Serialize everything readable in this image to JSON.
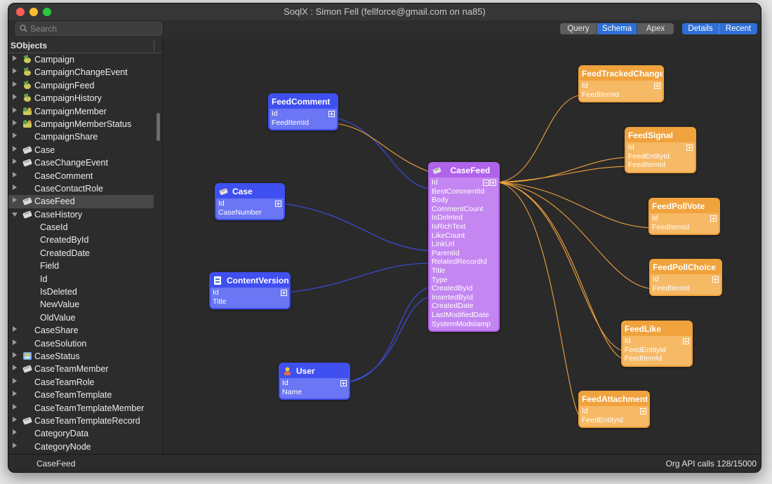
{
  "window": {
    "title": "SoqlX : Simon Fell (fellforce@gmail.com on na85)"
  },
  "search": {
    "placeholder": "Search"
  },
  "view_tabs": [
    "Query",
    "Schema",
    "Apex"
  ],
  "active_view_tab": "Schema",
  "right_tabs": [
    "Details",
    "Recent"
  ],
  "sidebar": {
    "header": "SObjects",
    "items": [
      {
        "label": "Campaign",
        "icon": "campaign-icon"
      },
      {
        "label": "CampaignChangeEvent",
        "icon": "campaign-icon"
      },
      {
        "label": "CampaignFeed",
        "icon": "campaign-icon"
      },
      {
        "label": "CampaignHistory",
        "icon": "campaign-icon"
      },
      {
        "label": "CampaignMember",
        "icon": "campaign-member-icon"
      },
      {
        "label": "CampaignMemberStatus",
        "icon": "campaign-member-icon"
      },
      {
        "label": "CampaignShare",
        "icon": ""
      },
      {
        "label": "Case",
        "icon": "case-icon"
      },
      {
        "label": "CaseChangeEvent",
        "icon": "case-icon"
      },
      {
        "label": "CaseComment",
        "icon": ""
      },
      {
        "label": "CaseContactRole",
        "icon": ""
      },
      {
        "label": "CaseFeed",
        "icon": "case-icon",
        "selected": true
      },
      {
        "label": "CaseHistory",
        "icon": "case-icon",
        "expanded": true
      },
      {
        "label": "CaseId",
        "child": true
      },
      {
        "label": "CreatedById",
        "child": true
      },
      {
        "label": "CreatedDate",
        "child": true
      },
      {
        "label": "Field",
        "child": true
      },
      {
        "label": "Id",
        "child": true
      },
      {
        "label": "IsDeleted",
        "child": true
      },
      {
        "label": "NewValue",
        "child": true
      },
      {
        "label": "OldValue",
        "child": true
      },
      {
        "label": "CaseShare",
        "icon": ""
      },
      {
        "label": "CaseSolution",
        "icon": ""
      },
      {
        "label": "CaseStatus",
        "icon": "case-status-icon"
      },
      {
        "label": "CaseTeamMember",
        "icon": "case-icon"
      },
      {
        "label": "CaseTeamRole",
        "icon": ""
      },
      {
        "label": "CaseTeamTemplate",
        "icon": ""
      },
      {
        "label": "CaseTeamTemplateMember",
        "icon": ""
      },
      {
        "label": "CaseTeamTemplateRecord",
        "icon": "case-icon"
      },
      {
        "label": "CategoryData",
        "icon": ""
      },
      {
        "label": "CategoryNode",
        "icon": ""
      }
    ]
  },
  "entities": {
    "feedcomment": {
      "title": "FeedComment",
      "fields": [
        "Id",
        "FeedItemId"
      ]
    },
    "case": {
      "title": "Case",
      "fields": [
        "Id",
        "CaseNumber"
      ]
    },
    "contentversion": {
      "title": "ContentVersion",
      "fields": [
        "Id",
        "Title"
      ]
    },
    "user": {
      "title": "User",
      "fields": [
        "Id",
        "Name"
      ]
    },
    "casefeed": {
      "title": "CaseFeed",
      "fields": [
        "Id",
        "BestCommentId",
        "Body",
        "CommentCount",
        "IsDeleted",
        "IsRichText",
        "LikeCount",
        "LinkUrl",
        "ParentId",
        "RelatedRecordId",
        "Title",
        "Type",
        "CreatedById",
        "InsertedById",
        "CreatedDate",
        "LastModifiedDate",
        "SystemModstamp"
      ]
    },
    "feedtrackedchange": {
      "title": "FeedTrackedChange",
      "fields": [
        "Id",
        "FeedItemId"
      ]
    },
    "feedsignal": {
      "title": "FeedSignal",
      "fields": [
        "Id",
        "FeedEntityId",
        "FeedItemId"
      ]
    },
    "feedpollvote": {
      "title": "FeedPollVote",
      "fields": [
        "Id",
        "FeedItemId"
      ]
    },
    "feedpollchoice": {
      "title": "FeedPollChoice",
      "fields": [
        "Id",
        "FeedItemId"
      ]
    },
    "feedlike": {
      "title": "FeedLike",
      "fields": [
        "Id",
        "FeedEntityId",
        "FeedItemId"
      ]
    },
    "feedattachment": {
      "title": "FeedAttachment",
      "fields": [
        "Id",
        "FeedEntityId"
      ]
    }
  },
  "colors": {
    "blue_entity": "#3f4ff0",
    "orange_entity": "#f0a23d",
    "purple_entity": "#b063ea",
    "blue_link": "#3f4ff0",
    "orange_link": "#f0a23d"
  },
  "status": {
    "left": "CaseFeed",
    "right": "Org API calls 128/15000"
  }
}
